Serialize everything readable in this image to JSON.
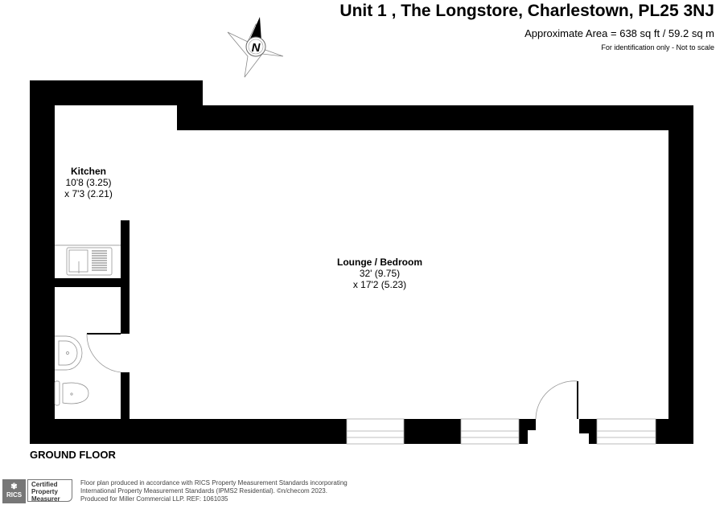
{
  "header": {
    "title": "Unit 1 , The Longstore, Charlestown, PL25 3NJ",
    "area": "Approximate Area = 638 sq ft / 59.2 sq m",
    "note": "For identification only - Not to scale"
  },
  "compass": {
    "label": "N"
  },
  "rooms": [
    {
      "name": "Kitchen",
      "dim1": "10'8 (3.25)",
      "dim2": "x 7'3 (2.21)"
    },
    {
      "name": "Lounge / Bedroom",
      "dim1": "32' (9.75)",
      "dim2": "x 17'2 (5.23)"
    }
  ],
  "floor_label": "GROUND FLOOR",
  "badge": {
    "org": "RICS",
    "line1": "Certified",
    "line2": "Property",
    "line3": "Measurer"
  },
  "footer": {
    "line1": "Floor plan produced in accordance with RICS Property Measurement Standards incorporating",
    "line2": "International Property Measurement Standards (IPMS2 Residential).   ©n/checom 2023.",
    "line3": "Produced for Miller Commercial LLP.   REF:  1061035"
  }
}
